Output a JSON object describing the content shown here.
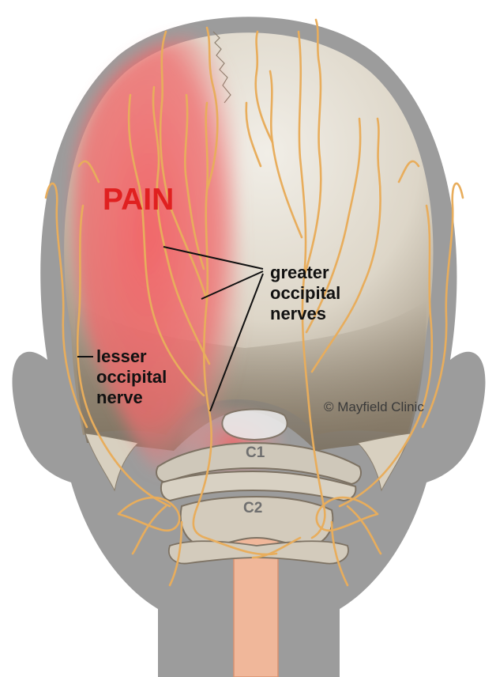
{
  "labels": {
    "pain": "PAIN",
    "greater_line1": "greater",
    "greater_line2": "occipital",
    "greater_line3": "nerves",
    "lesser_line1": "lesser",
    "lesser_line2": "occipital",
    "lesser_line3": "nerve",
    "c1": "C1",
    "c2": "C2"
  },
  "copyright": "© Mayfield Clinic",
  "colors": {
    "silhouette": "#9c9c9c",
    "skull_light": "#ece8df",
    "skull_shadow": "#8a7f6e",
    "pain": "#e8333a",
    "nerve": "#e8ad5c",
    "label_text": "#111111",
    "pain_text": "#e02020"
  }
}
